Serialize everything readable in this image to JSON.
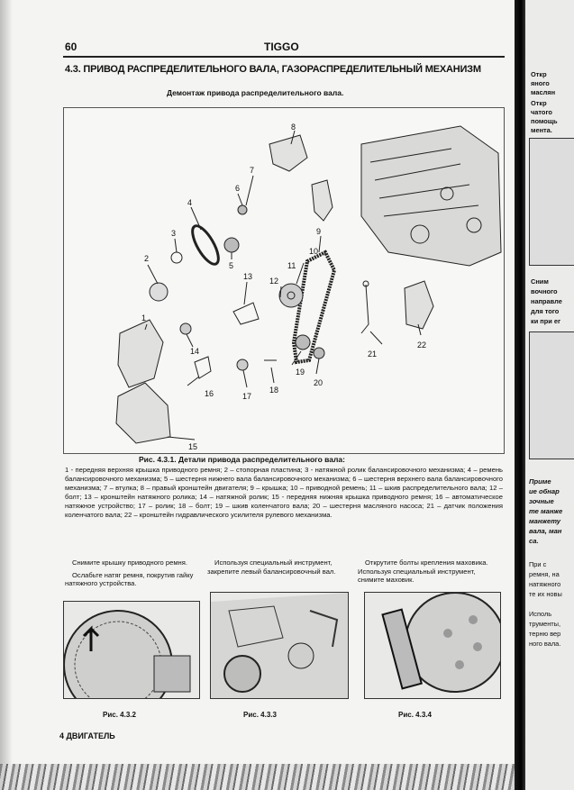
{
  "header": {
    "page_number": "60",
    "brand": "TIGGO"
  },
  "section_title": "4.3. ПРИВОД РАСПРЕДЕЛИТЕЛЬНОГО ВАЛА, ГАЗОРАСПРЕДЕЛИТЕЛЬНЫЙ МЕХАНИЗМ",
  "subtitle": "Демонтаж привода распределительного вала.",
  "figure": {
    "callouts": [
      "1",
      "2",
      "3",
      "4",
      "5",
      "6",
      "7",
      "8",
      "9",
      "10",
      "11",
      "12",
      "13",
      "14",
      "15",
      "16",
      "17",
      "18",
      "19",
      "20",
      "21",
      "22"
    ],
    "caption": "Рис. 4.3.1. Детали привода распределительного вала:",
    "legend": "1 - передняя верхняя крышка приводного ремня; 2 – стопорная пластина; 3 - натяжной ролик балансировочного механизма; 4 – ремень балансировочного механизма; 5 – шестерня нижнего вала балансировочного механизма; 6 – шестерня верхнего вала балансировочного механизма; 7 – втулка; 8 – правый кронштейн двигателя; 9 – крышка; 10 – приводной ремень; 11 – шкив распределительного вала; 12 – болт; 13 – кронштейн натяжного ролика; 14 – натяжной ролик; 15 - передняя нижняя крышка приводного ремня; 16 – автоматическое натяжное устройство; 17 – ролик; 18 – болт; 19 – шкив коленчатого вала; 20 – шестерня масляного насоса; 21 – датчик положения коленчатого вала; 22 – кронштейн гидравлического усилителя рулевого механизма."
  },
  "columns": {
    "col1": [
      "Снимите крышку приводного ремня.",
      "Ослабьте натяг ремня, покрутив гайку натяжного устройства."
    ],
    "col2": [
      "Используя специальный инструмент, закрепите левый балансировочный вал."
    ],
    "col3": [
      "Открутите болты крепления маховика. Используя специальный инструмент, снимите маховик."
    ]
  },
  "fig_captions": [
    "Рис. 4.3.2",
    "Рис. 4.3.3",
    "Рис. 4.3.4"
  ],
  "footer": "4 ДВИГАТЕЛЬ",
  "right_page": {
    "top_lines": [
      "Откр",
      "яного",
      "маслян",
      "Откр",
      "чатого",
      "помощь",
      "мента."
    ],
    "mid_lines": [
      "Сним",
      "вочного",
      "направле",
      "для того",
      "ки при ег"
    ],
    "italic_lines": [
      "Приме",
      "ие обнар",
      "зочные",
      "те манже",
      "манжету",
      "вала, ман",
      "са."
    ],
    "bottom_lines": [
      "При с",
      "ремня, на",
      "натяжного",
      "те их новы",
      "Исполь",
      "трументы,",
      "терню вер",
      "ного вала."
    ]
  }
}
